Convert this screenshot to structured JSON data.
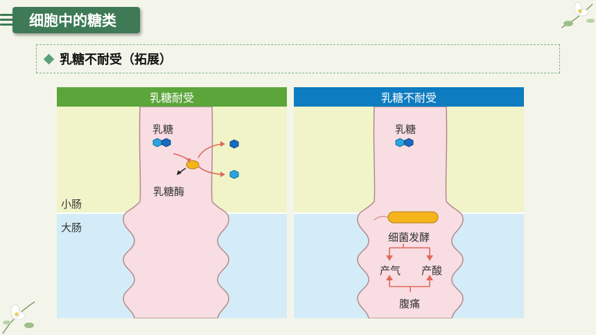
{
  "title": "细胞中的糖类",
  "subtitle": "乳糖不耐受（拓展）",
  "panels": {
    "tolerant": {
      "header": "乳糖耐受",
      "header_color": "#5ba53a",
      "lactose": "乳糖",
      "lactase": "乳糖酶",
      "small_intestine": "小肠",
      "large_intestine": "大肠"
    },
    "intolerant": {
      "header": "乳糖不耐受",
      "header_color": "#0e7cc0",
      "lactose": "乳糖",
      "fermentation": "细菌发酵",
      "gas": "产气",
      "acid": "产酸",
      "pain": "腹痛"
    }
  },
  "colors": {
    "title_bg": "#3d7a55",
    "small_intestine_bg": "#f1f4c8",
    "large_intestine_bg": "#d4ecf7",
    "intestine_fill": "#f8dde3",
    "intestine_stroke": "#b08990",
    "arrow": "#e06a5a"
  }
}
